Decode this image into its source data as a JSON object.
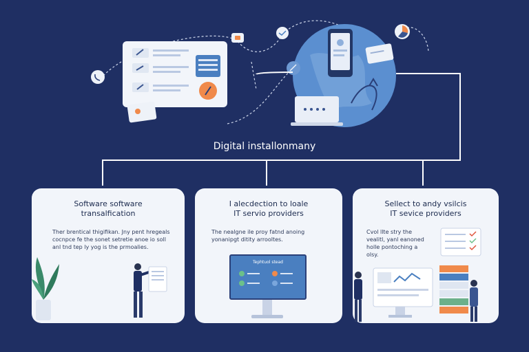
{
  "title": "Digital installonmany",
  "cards": [
    {
      "title_line1": "Software software",
      "title_line2": "transalfication",
      "body_line1": "Ther brentical thigifikan. Jny pent hregeals",
      "body_line2": "cocnpce fe the sonet setretie anoe io soll",
      "body_line3": "anl tnd tep ly yog is the prmoalies."
    },
    {
      "title_line1": "I alecdection to loale",
      "title_line2": "IT servio providers",
      "body_line1": "The nealgne ile proy fatnd anoing",
      "body_line2": "yonanipgt ditity arrooltes.",
      "screen_title": "Tephtuol stead"
    },
    {
      "title_line1": "Sellect to andy vsilcis",
      "title_line2": "IT sevice providers",
      "body_line1": "Cvol llte stry the",
      "body_line2": "vealitl, yanl eanoned",
      "body_line3": "holle pontoching a",
      "body_line4": "olsy."
    }
  ],
  "colors": {
    "background": "#1f2f63",
    "card": "#f2f5fa",
    "accent_orange": "#f08a4b",
    "accent_blue": "#4a7fc0",
    "globe": "#5b8fd0"
  },
  "icons": [
    "phone-icon",
    "check-icon",
    "globe-icon",
    "smartphone-icon",
    "laptop-icon",
    "chart-icon",
    "pen-icon",
    "plant-icon",
    "monitor-icon",
    "person-icon"
  ]
}
